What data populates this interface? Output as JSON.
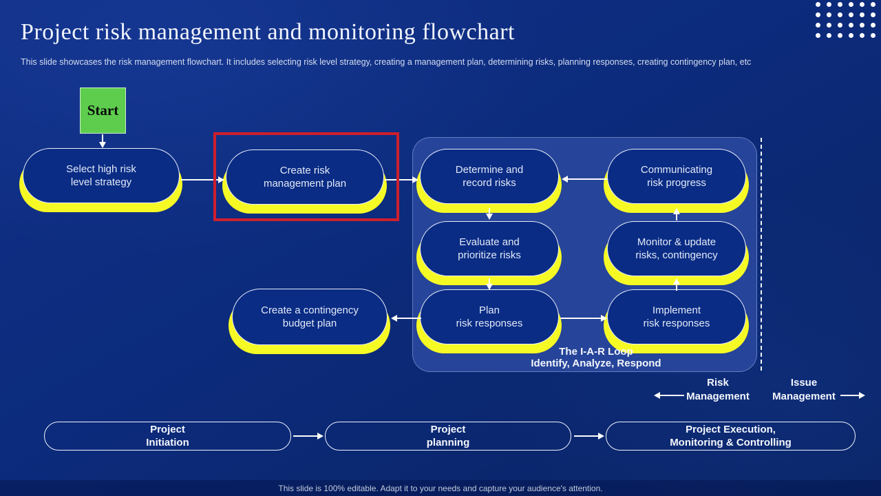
{
  "slide": {
    "title": "Project risk management and monitoring flowchart",
    "subtitle": "This slide showcases the risk management flowchart. It includes selecting risk level strategy, creating a management plan, determining risks, planning responses, creating contingency plan, etc",
    "footer": "This slide is 100% editable. Adapt it to your needs and capture your audience's attention."
  },
  "flow": {
    "start_label": "Start",
    "nodes": [
      {
        "id": "select-high-risk-level-strategy",
        "label": "Select high risk\nlevel strategy"
      },
      {
        "id": "create-risk-management-plan",
        "label": "Create risk\nmanagement plan",
        "highlighted": true
      },
      {
        "id": "determine-and-record-risks",
        "label": "Determine and\nrecord risks"
      },
      {
        "id": "communicating-risk-progress",
        "label": "Communicating\nrisk progress"
      },
      {
        "id": "evaluate-and-prioritize-risks",
        "label": "Evaluate and\nprioritize risks"
      },
      {
        "id": "monitor-update-risks-contingency",
        "label": "Monitor & update\nrisks, contingency"
      },
      {
        "id": "plan-risk-responses",
        "label": "Plan\nrisk responses"
      },
      {
        "id": "implement-risk-responses",
        "label": "Implement\nrisk responses"
      },
      {
        "id": "create-contingency-budget-plan",
        "label": "Create a contingency\nbudget plan"
      }
    ],
    "iar_loop": {
      "title": "The I-A-R Loop",
      "subtitle": "Identify, Analyze, Respond"
    },
    "lanes": {
      "risk": "Risk\nManagement",
      "issue": "Issue\nManagement"
    }
  },
  "phases": [
    {
      "label": "Project\nInitiation"
    },
    {
      "label": "Project\nplanning"
    },
    {
      "label": "Project Execution,\nMonitoring & Controlling"
    }
  ],
  "colors": {
    "background": "#0c2b7c",
    "node_fill": "#0a2c85",
    "panel_fill": "#264499",
    "accent_yellow": "#f6fa24",
    "start_green": "#5ecd4e",
    "highlight_red": "#ce1f2d",
    "text_white": "#f2f5fd"
  }
}
